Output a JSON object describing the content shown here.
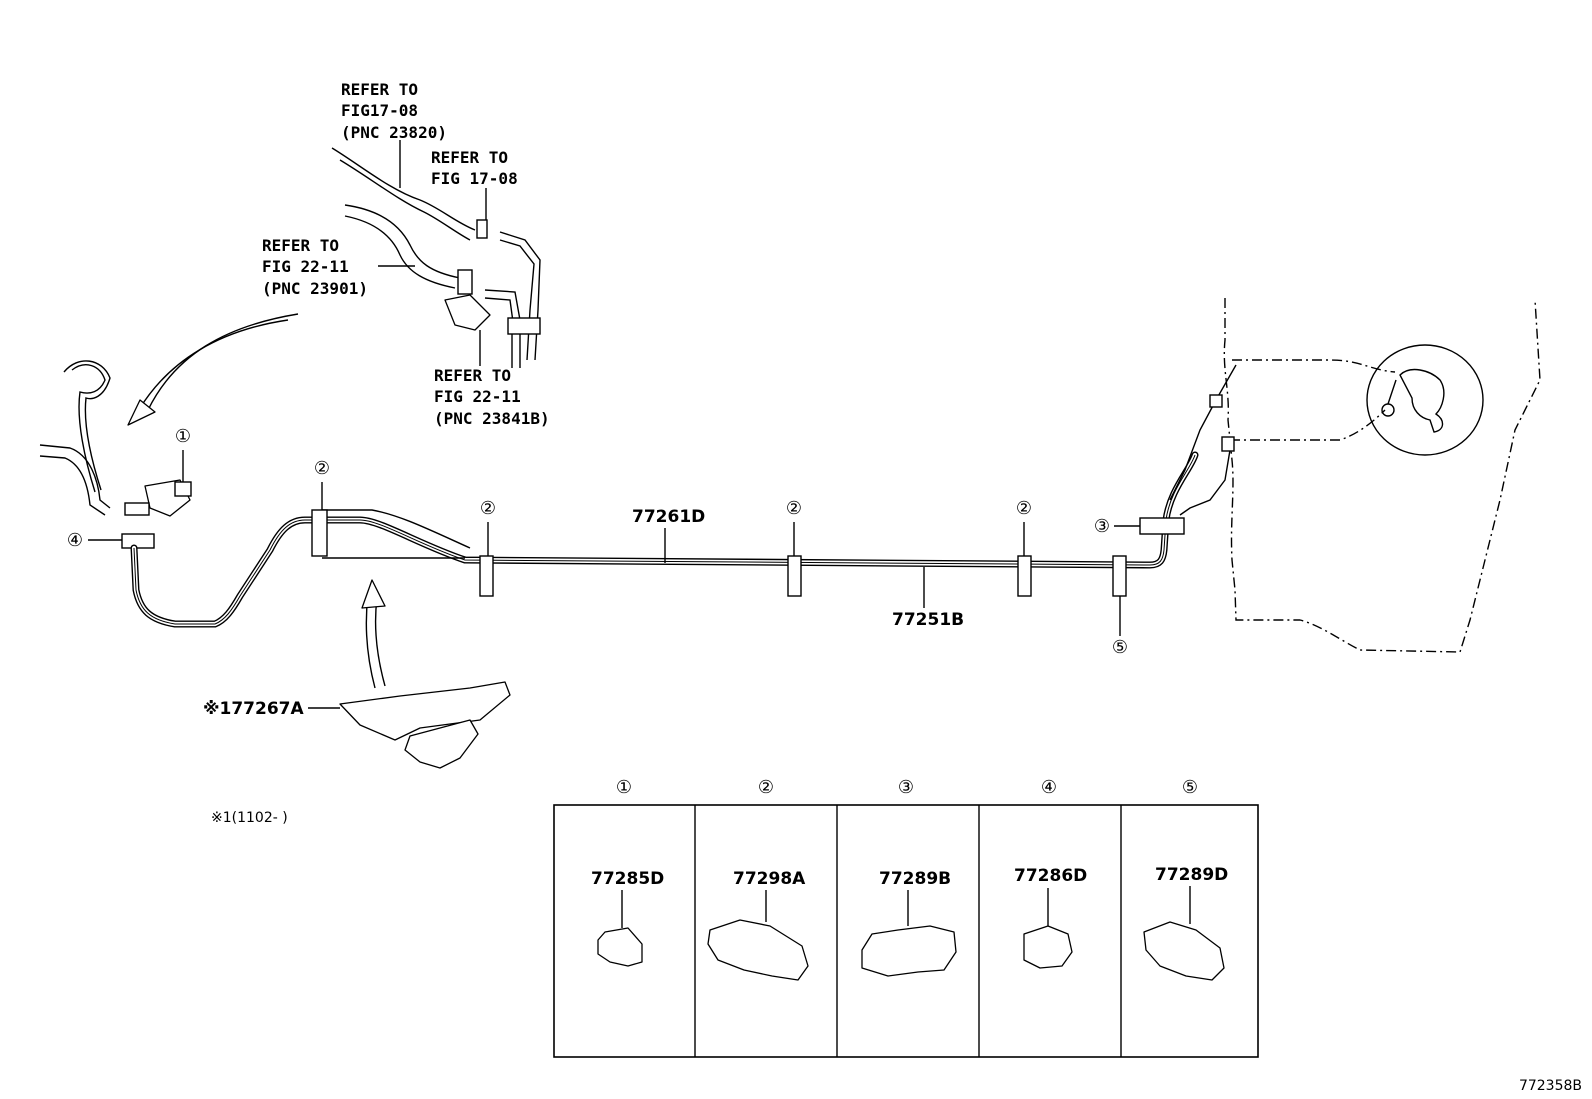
{
  "refs": {
    "r1": [
      "REFER TO",
      "FIG17-08",
      "(PNC 23820)"
    ],
    "r2": [
      "REFER TO",
      "FIG 17-08"
    ],
    "r3": [
      "REFER TO",
      "FIG 22-11",
      "(PNC 23901)"
    ],
    "r4": [
      "REFER TO",
      "FIG 22-11",
      "(PNC 23841B)"
    ]
  },
  "callouts": {
    "c1": "①",
    "c2": "②",
    "c3": "③",
    "c4": "④",
    "c5": "⑤"
  },
  "parts": {
    "p77261D": "77261D",
    "p77251B": "77251B",
    "p77267A": "※177267A"
  },
  "footnote": "※1(1102-    )",
  "table": {
    "cells": [
      {
        "num": "①",
        "part": "77285D"
      },
      {
        "num": "②",
        "part": "77298A"
      },
      {
        "num": "③",
        "part": "77289B"
      },
      {
        "num": "④",
        "part": "77286D"
      },
      {
        "num": "⑤",
        "part": "77289D"
      }
    ]
  },
  "figure_id": "772358B"
}
